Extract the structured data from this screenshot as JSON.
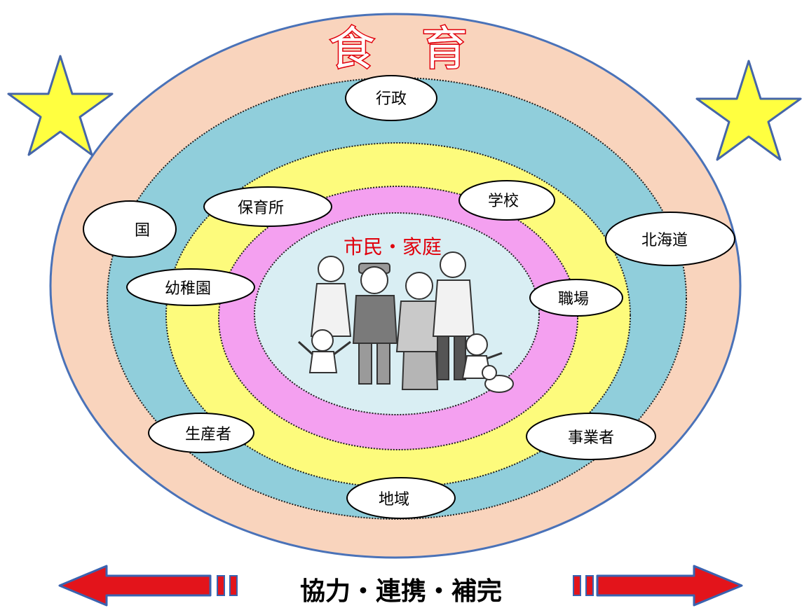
{
  "title": "食　育",
  "center_label": "市民・家庭",
  "slogan": "協力・連携・補完",
  "colors": {
    "outer_ring": "#f9d4bd",
    "blue_ring": "#90cedb",
    "yellow_ring": "#fdfb7c",
    "pink_ring": "#f4a0f0",
    "center_fill": "#d9eef3",
    "title_stroke": "#e0000c",
    "arrow_red": "#e3141b",
    "star_fill": "#ffff40",
    "star_stroke": "#4566a8"
  },
  "nodes": {
    "gyosei": "行政",
    "kuni": "国",
    "hokkaido": "北海道",
    "hoikusho": "保育所",
    "gakko": "学校",
    "yochien": "幼稚園",
    "shokuba": "職場",
    "seisansha": "生産者",
    "jigyosha": "事業者",
    "chiiki": "地域"
  },
  "icons": {
    "family": "family-illustration",
    "star": "star-icon",
    "arrow_left": "arrow-left-icon",
    "arrow_right": "arrow-right-icon"
  }
}
